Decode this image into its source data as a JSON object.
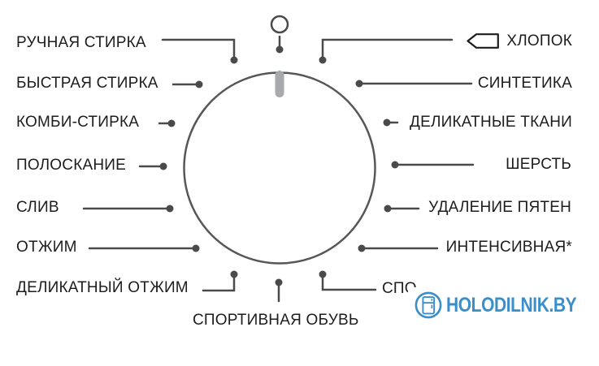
{
  "diagram": {
    "subject": "washing-machine-program-dial",
    "dial": {
      "type": "rotary-program-selector",
      "marker_position": "top",
      "marker_color": "#a7a9ac",
      "outline_color": "#565759"
    },
    "programs": {
      "left": [
        {
          "label": "РУЧНАЯ СТИРКА"
        },
        {
          "label": "БЫСТРАЯ СТИРКА"
        },
        {
          "label": "КОМБИ-СТИРКА"
        },
        {
          "label": "ПОЛОСКАНИЕ"
        },
        {
          "label": "СЛИВ"
        },
        {
          "label": "ОТЖИМ"
        },
        {
          "label": "ДЕЛИКАТНЫЙ ОТЖИМ"
        }
      ],
      "right": [
        {
          "label": "ХЛОПОК",
          "icon": "cotton-pointer-icon"
        },
        {
          "label": "СИНТЕТИКА"
        },
        {
          "label": "ДЕЛИКАТНЫЕ ТКАНИ"
        },
        {
          "label": "ШЕРСТЬ"
        },
        {
          "label": "УДАЛЕНИЕ ПЯТЕН"
        },
        {
          "label": "ИНТЕНСИВНАЯ*"
        },
        {
          "label": "СПО",
          "truncated_by_watermark": true
        }
      ],
      "bottom": [
        {
          "label": "СПОРТИВНАЯ ОБУВЬ"
        }
      ]
    },
    "colors": {
      "label_text": "#1d1d1d",
      "leader_line": "#4a4a4c"
    }
  },
  "watermark": {
    "text": "HOLODILNIK.BY",
    "icon": "fridge-icon",
    "color": "#3a8fc9"
  }
}
